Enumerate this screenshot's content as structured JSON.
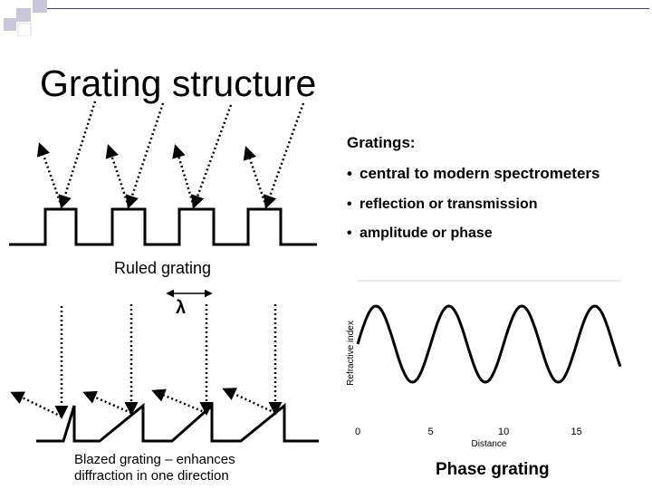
{
  "slide": {
    "title": "Grating structure",
    "gratings_heading": "Gratings:",
    "bullets": [
      "central to modern spectrometers",
      "reflection or transmission",
      "amplitude or phase"
    ],
    "ruled_label": "Ruled grating",
    "lambda_symbol": "λ",
    "blazed_label": [
      "Blazed grating – enhances",
      "diffraction in one direction"
    ],
    "phase_label": "Phase grating"
  },
  "plot": {
    "ylabel": "Refractive index",
    "xlabel": "Distance",
    "xticks": [
      "0",
      "5",
      "10",
      "15"
    ],
    "xlim": [
      0,
      18
    ],
    "curve": "sine",
    "wavelength": 5
  },
  "colors": {
    "deco_square": "#c8c8d8",
    "deco_square_dark": "#3f3f6e",
    "line": "#000000",
    "axis_frame": "#d0d0d0"
  }
}
